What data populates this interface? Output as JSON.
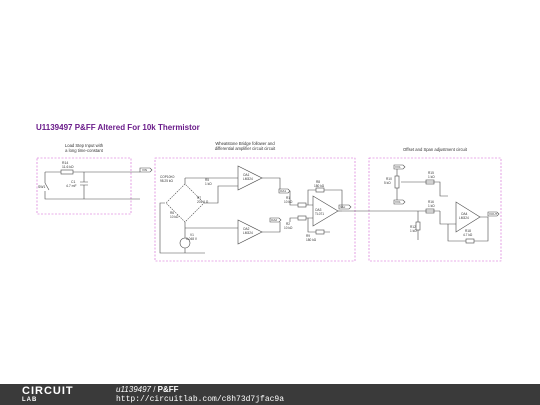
{
  "title": "U1139497 P&FF Altered For 10k Thermistor",
  "sections": {
    "load_step": {
      "line1": "Load Step Input with",
      "line2": "a long time-constant"
    },
    "bridge": {
      "line1": "Wheatstone Bridge follower and",
      "line2": "differential amplifier circuit circuit"
    },
    "offset_span": {
      "line1": "Offset and Span adjustment circuit"
    }
  },
  "components": {
    "R14": {
      "name": "R14",
      "value": "11.6 kΩ"
    },
    "C1": {
      "name": "C1",
      "value": "4.7 mF"
    },
    "SW": {
      "name": "SW1"
    },
    "NTC": {
      "name": "COP10K0",
      "value": "98.25 kΩ"
    },
    "R5": {
      "name": "R5",
      "value": "1 kΩ"
    },
    "R6": {
      "name": "R6",
      "value": "10 kΩ"
    },
    "R7": {
      "name": "R7",
      "value": "201.6 Ω"
    },
    "V1": {
      "name": "V1",
      "value": "5.048 V"
    },
    "OA1": {
      "name": "OA1",
      "part": "LM324"
    },
    "OA2": {
      "name": "OA2",
      "part": "LM324"
    },
    "OA3": {
      "name": "OA3",
      "part": "TL071"
    },
    "OA4": {
      "name": "OA4",
      "part": "LM324"
    },
    "R1": {
      "name": "R1",
      "value": "10 kΩ"
    },
    "R2": {
      "name": "R2",
      "value": "10 kΩ"
    },
    "R8": {
      "name": "R8",
      "value": "180 kΩ"
    },
    "R9": {
      "name": "R9",
      "value": "180 kΩ"
    },
    "R10": {
      "name": "R10",
      "value": "5 kΩ"
    },
    "R15": {
      "name": "R15",
      "value": "1 kΩ"
    },
    "R16": {
      "name": "R16",
      "value": "1 kΩ"
    },
    "R12": {
      "name": "R12",
      "value": "1 kΩ"
    },
    "R18": {
      "name": "R18",
      "value": "4.7 kΩ"
    }
  },
  "nets": {
    "vin": "VIN",
    "out1": "OA1",
    "out2": "OA2",
    "out3": "VAc",
    "vref1": "VX1",
    "vref2": "VX1",
    "vout": "VOUT"
  },
  "footer": {
    "logo_top": "CIRCUIT",
    "logo_bottom": "LAB",
    "user": "u1139497",
    "separator": " / ",
    "project": "P&FF",
    "url": "http://circuitlab.com/c8h73d7jfac9a"
  },
  "colors": {
    "title": "#6a1b8a",
    "section_border": "#d15fd1",
    "wire": "#4a4a4a",
    "footer_bg": "#3a3a3a"
  }
}
